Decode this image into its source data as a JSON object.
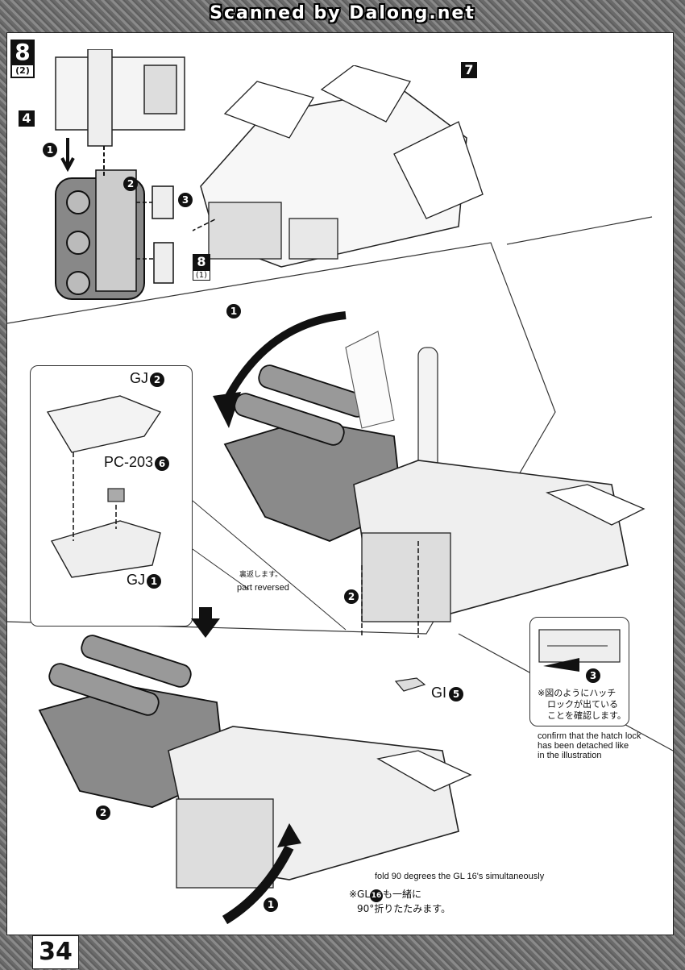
{
  "banner": "Scanned by Dalong.net",
  "step": {
    "number": "8",
    "sub": "(2)"
  },
  "parts_refs": {
    "ref_4": "4",
    "ref_7": "7",
    "ref_8": "8",
    "ref_8_sub": "(1)"
  },
  "callout_markers": {
    "top_1": "1",
    "top_2": "2",
    "top_3": "3",
    "mid_1": "1",
    "mid_2": "2",
    "right_3": "3",
    "bottom_1": "1",
    "bottom_2": "2"
  },
  "inset": {
    "part_top_label": "GJ",
    "part_top_num": "2",
    "part_mid_label": "PC-203",
    "part_mid_num": "6",
    "part_bottom_label": "GJ",
    "part_bottom_num": "1"
  },
  "notes": {
    "reversed_jp": "裏返します。",
    "reversed_en": "part reversed",
    "gi_label": "GI",
    "gi_num": "5",
    "hatch_jp_1": "※図のようにハッチ",
    "hatch_jp_2": "ロックが出ている",
    "hatch_jp_3": "ことを確認します。",
    "hatch_en_1": "confirm that the hatch lock",
    "hatch_en_2": "has been detached like",
    "hatch_en_3": "in the illustration",
    "fold_en": "fold 90 degrees the GL 16's simultaneously",
    "fold_jp_1_prefix": "※GL",
    "fold_jp_1_num": "16",
    "fold_jp_1_suffix": "も一緒に",
    "fold_jp_2": "90°折りたたみます。"
  },
  "page_number": "34",
  "colors": {
    "ink": "#111111",
    "paper": "#ffffff",
    "scan_border": "#777777"
  }
}
